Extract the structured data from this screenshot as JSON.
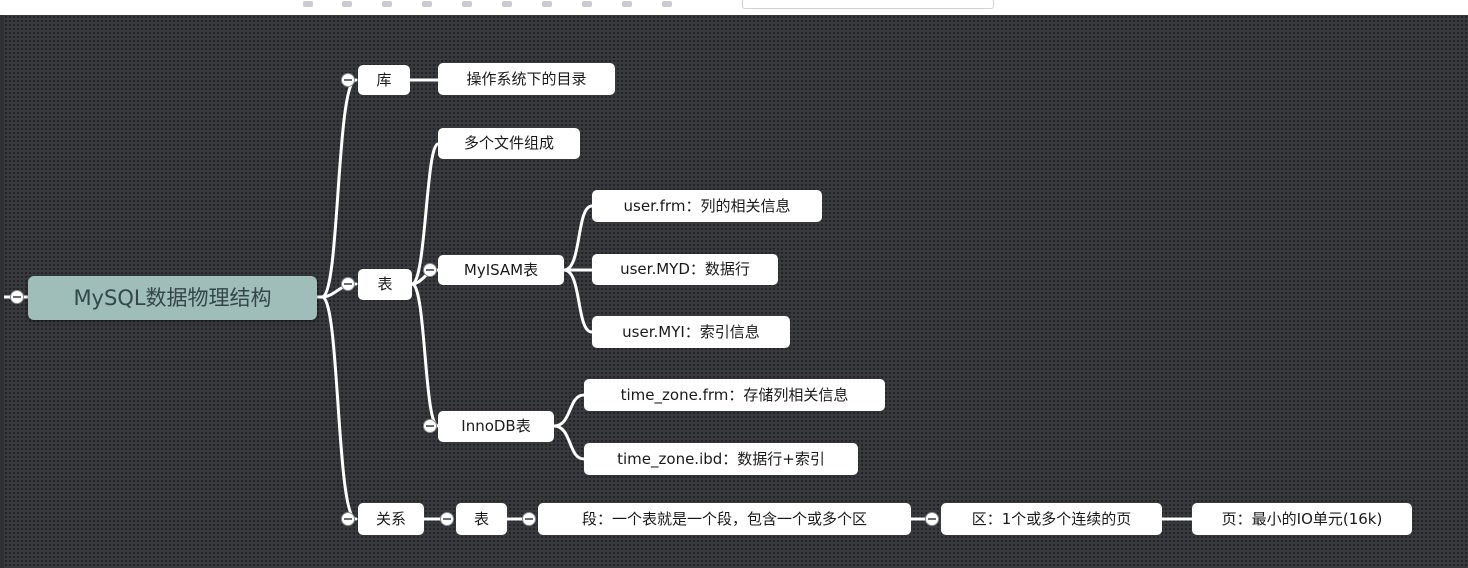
{
  "mindmap": {
    "root": "MySQL数据物理结构",
    "ku": "库",
    "ku_child": "操作系统下的目录",
    "biao": "表",
    "biao_files": "多个文件组成",
    "myisam": "MyISAM表",
    "myisam_frm": "user.frm：列的相关信息",
    "myisam_myd": "user.MYD：数据行",
    "myisam_myi": "user.MYI：索引信息",
    "innodb": "InnoDB表",
    "innodb_frm": "time_zone.frm：存储列相关信息",
    "innodb_ibd": "time_zone.ibd：数据行+索引",
    "guanxi": "关系",
    "guanxi_biao": "表",
    "duan": "段：一个表就是一个段，包含一个或多个区",
    "qu": "区：1个或多个连续的页",
    "ye": "页：最小的IO单元(16k)"
  },
  "colors": {
    "canvas": "#37393c",
    "node": "#ffffff",
    "root_node": "#9fbdb9",
    "connector": "#ffffff"
  }
}
